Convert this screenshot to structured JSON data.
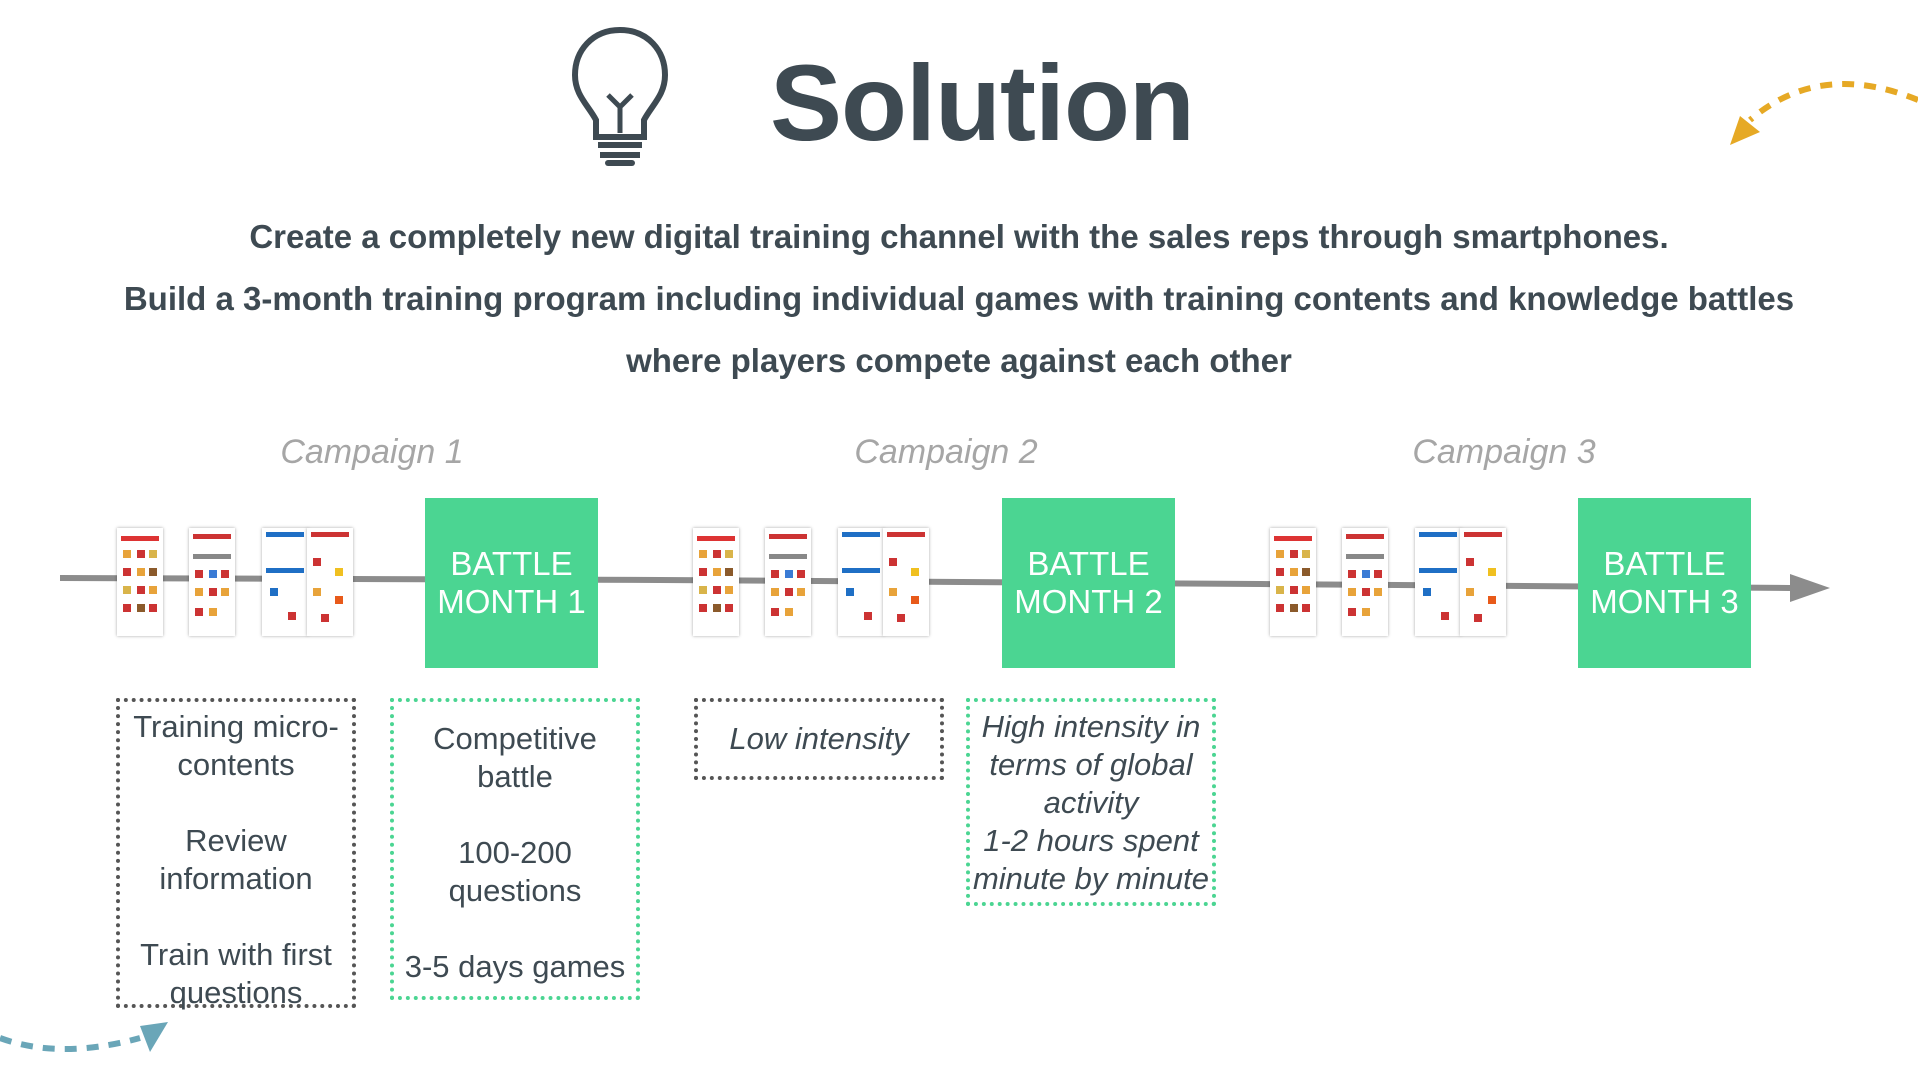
{
  "header": {
    "title": "Solution",
    "icon": "lightbulb-icon"
  },
  "description": {
    "line1": "Create a completely new digital training channel with the sales reps through smartphones.",
    "line2": "Build a 3-month training program including individual games with training contents and knowledge battles",
    "line3": "where players compete against each other"
  },
  "campaigns": [
    {
      "label": "Campaign 1",
      "battle_line1": "BATTLE",
      "battle_line2": "MONTH 1"
    },
    {
      "label": "Campaign 2",
      "battle_line1": "BATTLE",
      "battle_line2": "MONTH 2"
    },
    {
      "label": "Campaign 3",
      "battle_line1": "BATTLE",
      "battle_line2": "MONTH 3"
    }
  ],
  "notes": {
    "training": {
      "item1": "Training micro-contents",
      "item2": "Review information",
      "item3": "Train with first questions"
    },
    "battle": {
      "item1": "Competitive battle",
      "item2": "100-200 questions",
      "item3": "3-5 days games"
    },
    "low": {
      "item1": "Low intensity"
    },
    "high": {
      "item1": "High intensity in terms of global activity",
      "item2": "1-2 hours spent minute by minute"
    }
  },
  "colors": {
    "battle_green": "#4bd592",
    "text_dark": "#3e4a52",
    "campaign_grey": "#a6a6a6",
    "arrow_orange": "#e6a925",
    "arrow_teal": "#6aa6b8"
  }
}
